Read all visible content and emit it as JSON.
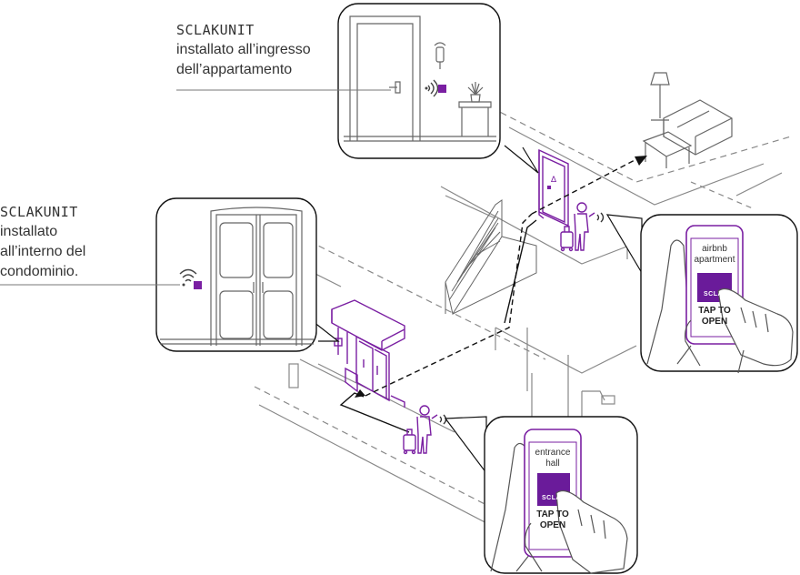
{
  "labels": {
    "apartment": {
      "brand": "SCLAKUNIT",
      "line1": "installato all’ingresso",
      "line2": "dell’appartamento"
    },
    "building": {
      "brand": "SCLAKUNIT",
      "line1": "installato",
      "line2": "all’interno del",
      "line3": "condominio."
    }
  },
  "phones": {
    "apartment": {
      "title_line1": "airbnb",
      "title_line2": "apartment",
      "brand": "SCLA",
      "tap_line1": "TAP TO",
      "tap_line2": "OPEN"
    },
    "entrance": {
      "title_line1": "entrance",
      "title_line2": "hall",
      "brand": "SCLA",
      "tap_line1": "TAP TO",
      "tap_line2": "OPEN"
    }
  },
  "colors": {
    "accent": "#7a1fa2",
    "line": "#555555",
    "light_line": "#999999"
  },
  "icons": [
    "wifi-signal-icon",
    "lock-unit-icon",
    "airbnb-icon",
    "traveler-icon",
    "suitcase-icon",
    "hand-icon"
  ]
}
